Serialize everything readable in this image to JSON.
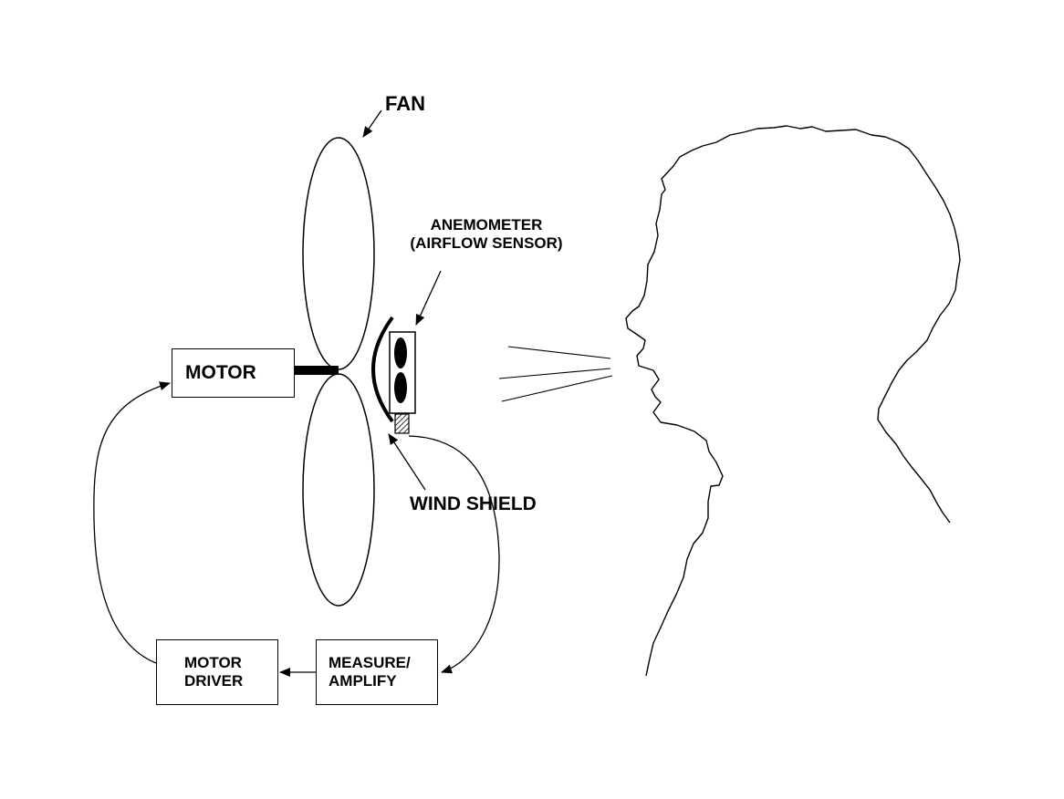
{
  "labels": {
    "fan": "FAN",
    "anemometer_line1": "ANEMOMETER",
    "anemometer_line2": "(AIRFLOW SENSOR)",
    "wind_shield": "WIND SHIELD"
  },
  "blocks": {
    "motor": "MOTOR",
    "motor_driver_line1": "MOTOR",
    "motor_driver_line2": "DRIVER",
    "measure_line1": "MEASURE/",
    "measure_line2": "AMPLIFY"
  },
  "colors": {
    "ink": "#000000",
    "background": "#ffffff"
  }
}
